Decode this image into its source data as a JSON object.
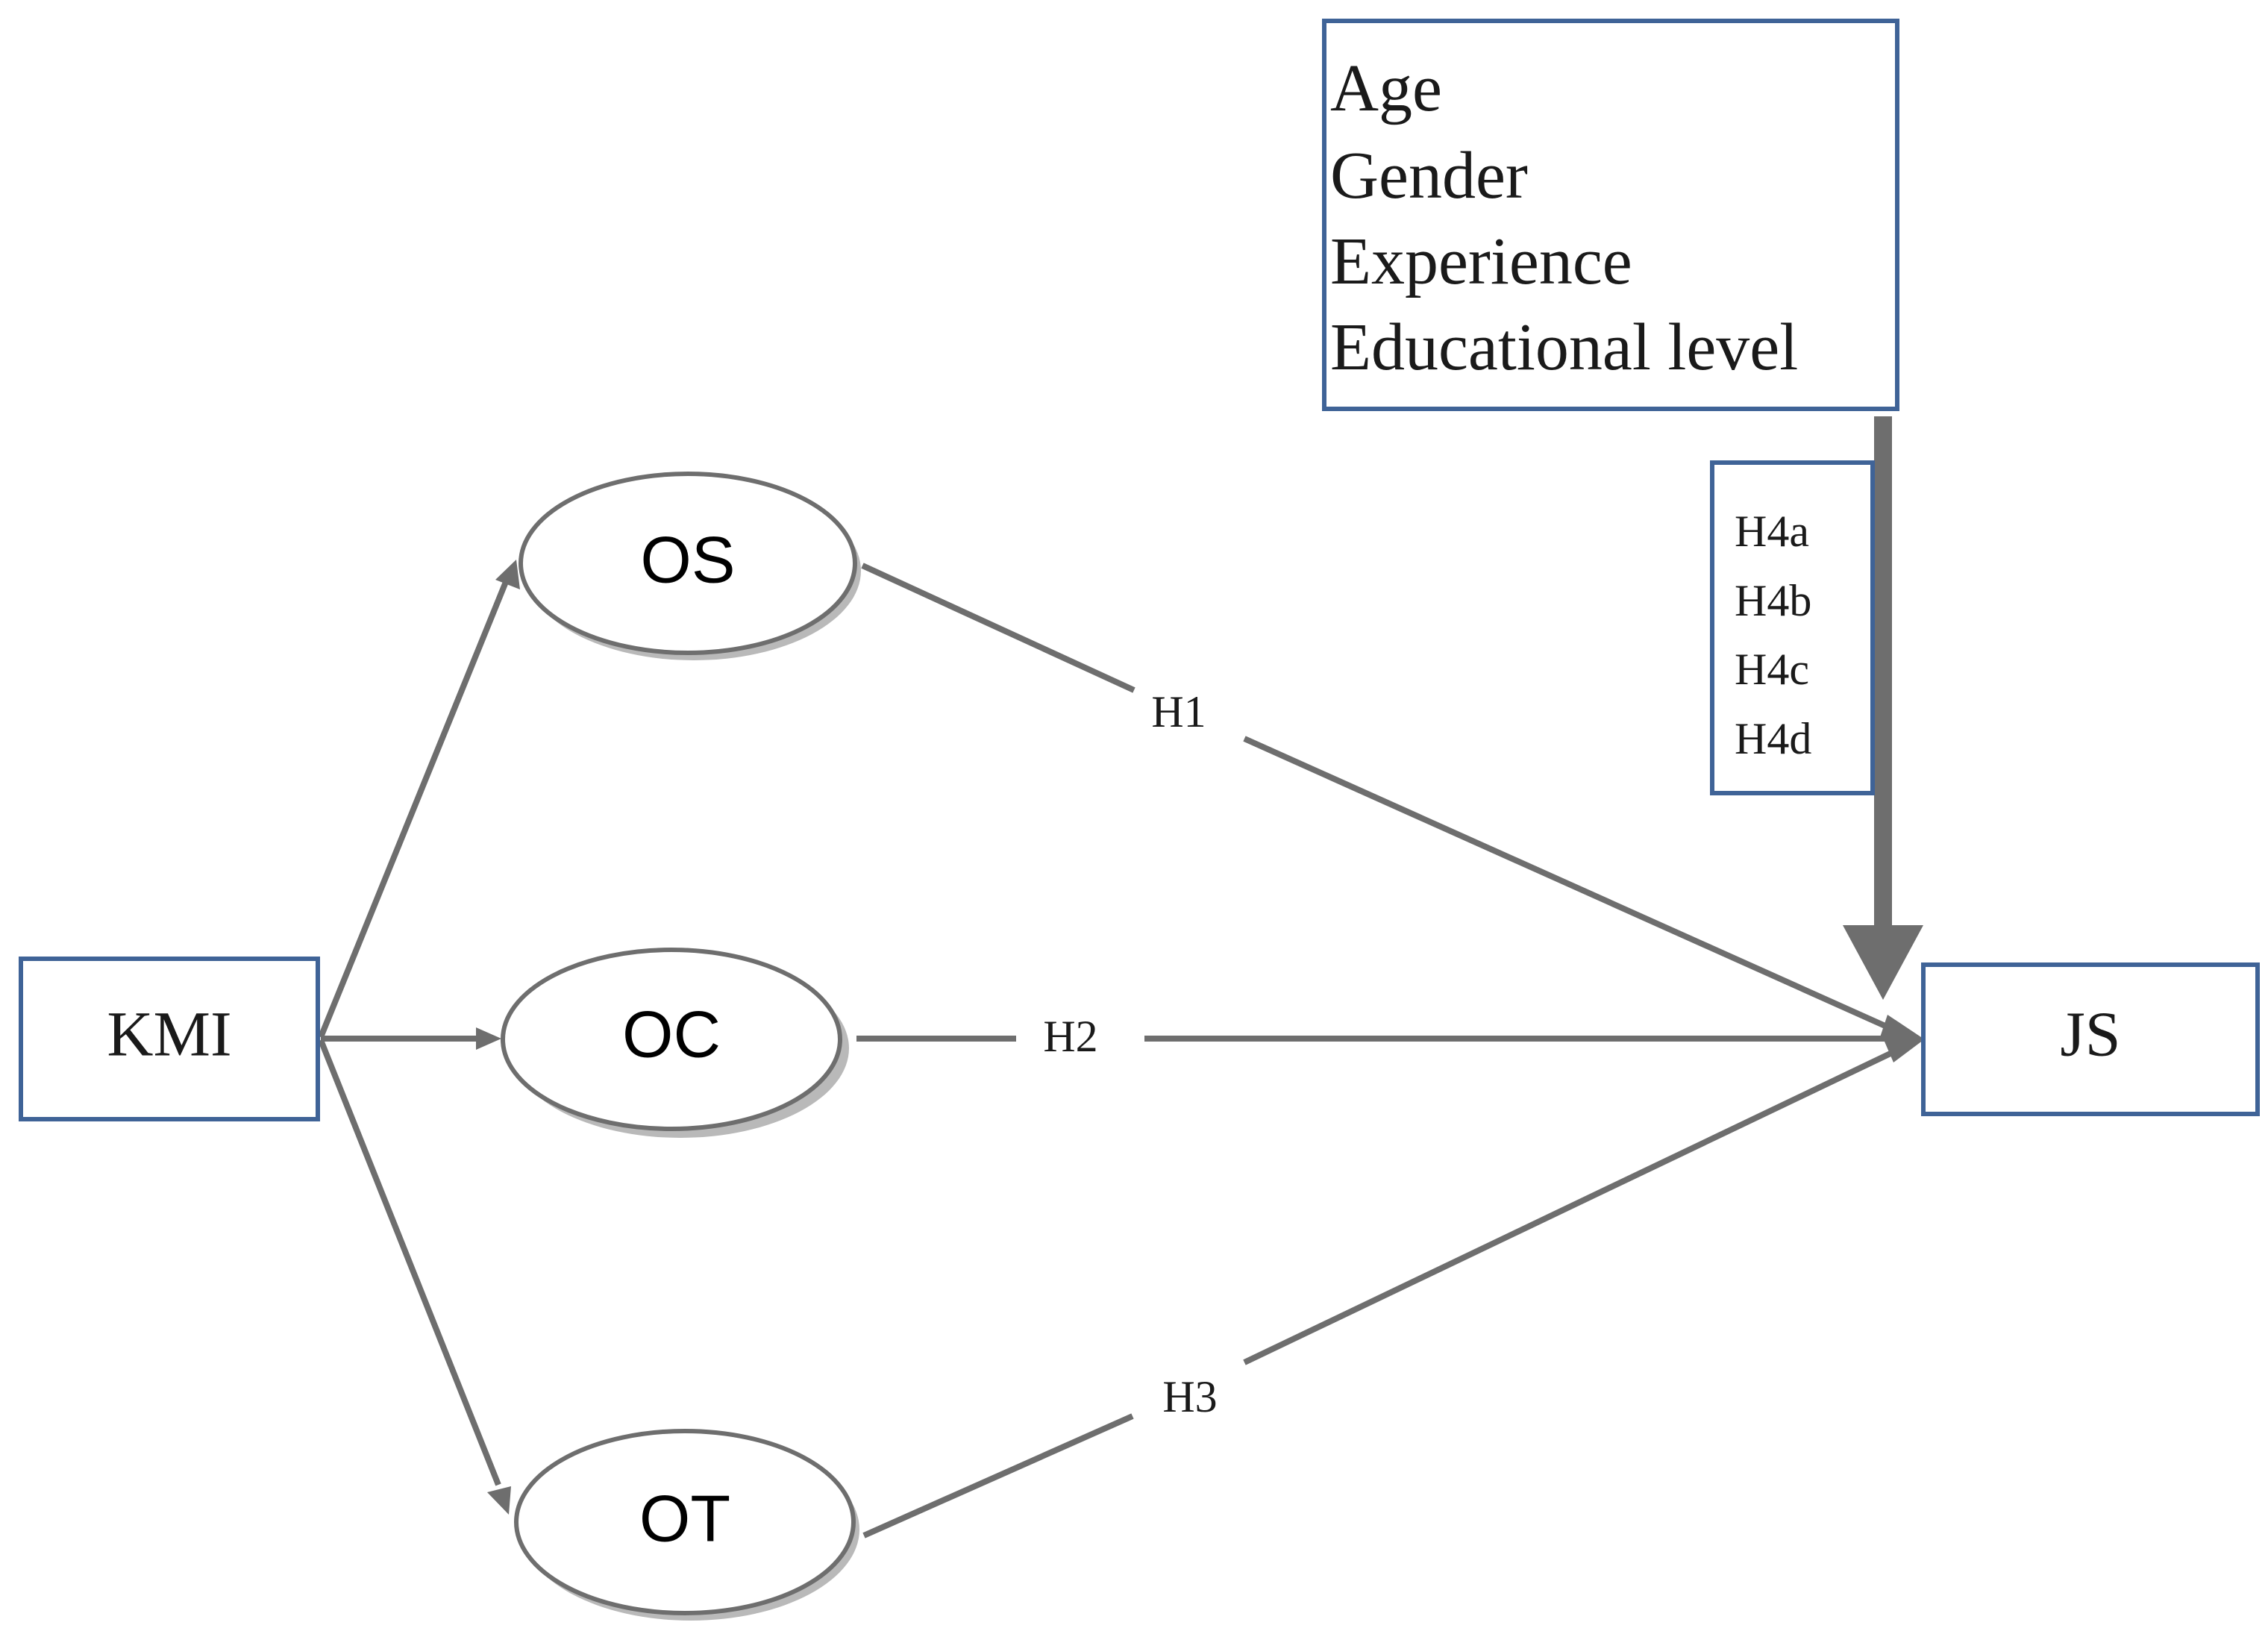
{
  "nodes": {
    "kmi": "KMI",
    "os": "OS",
    "oc": "OC",
    "ot": "OT",
    "js": "JS"
  },
  "moderators": [
    "Age",
    "Gender",
    "Experience",
    "Educational level"
  ],
  "hypotheses": {
    "h1": "H1",
    "h2": "H2",
    "h3": "H3",
    "h4": [
      "H4a",
      "H4b",
      "H4c",
      "H4d"
    ]
  },
  "colors": {
    "box_border": "#3f6397",
    "arrow": "#6e6e6e"
  }
}
